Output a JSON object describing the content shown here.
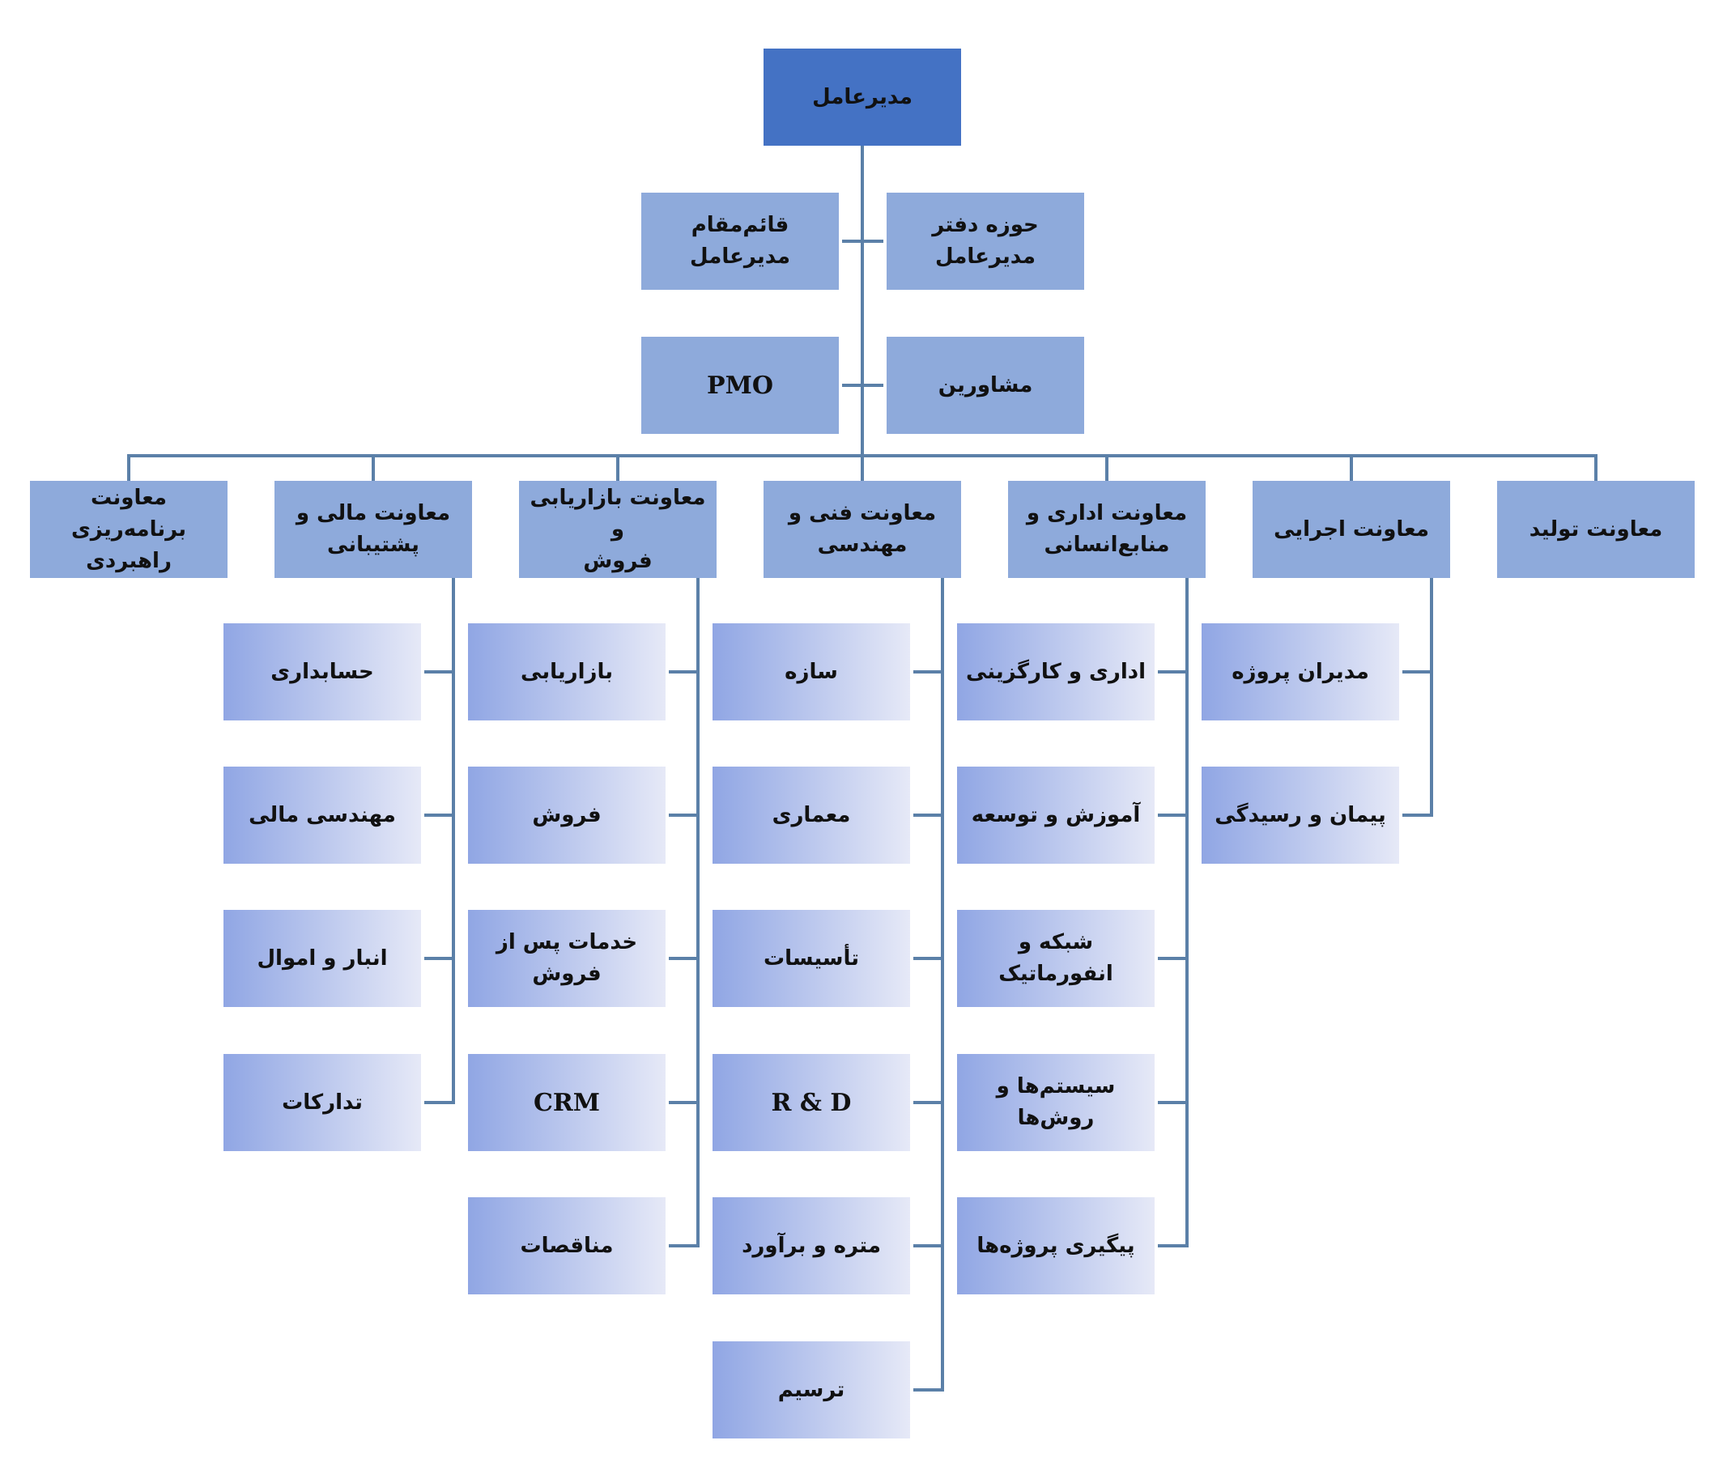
{
  "colors": {
    "top_box": "#4472c4",
    "level_box": "#8eaadb",
    "leaf_gradient_start": "#90a6e4",
    "leaf_gradient_end": "#e6e9f7",
    "connector": "#5b80a8",
    "text": "#111111"
  },
  "nodes": [
    {
      "id": "ceo",
      "label": "مدیرعامل",
      "parent": null,
      "style": "top"
    },
    {
      "id": "deputy",
      "label": "قائم‌مقام مدیرعامل",
      "parent": "ceo",
      "style": "solid"
    },
    {
      "id": "office",
      "label": "حوزه دفتر\nمدیرعامل",
      "parent": "ceo",
      "style": "solid"
    },
    {
      "id": "pmo",
      "label": "PMO",
      "parent": "ceo",
      "style": "solid"
    },
    {
      "id": "advisors",
      "label": "مشاورین",
      "parent": "ceo",
      "style": "solid"
    },
    {
      "id": "v_strategy",
      "label": "معاونت برنامه‌ریزی\nراهبردی",
      "parent": "ceo",
      "style": "solid"
    },
    {
      "id": "v_finance",
      "label": "معاونت مالی و\nپشتیبانی",
      "parent": "ceo",
      "style": "solid"
    },
    {
      "id": "v_marketing",
      "label": "معاونت بازاریابی و\nفروش",
      "parent": "ceo",
      "style": "solid"
    },
    {
      "id": "v_technical",
      "label": "معاونت فنی و\nمهندسی",
      "parent": "ceo",
      "style": "solid"
    },
    {
      "id": "v_admin",
      "label": "معاونت اداری و\nمنابع‌انسانی",
      "parent": "ceo",
      "style": "solid"
    },
    {
      "id": "v_exec",
      "label": "معاونت اجرایی",
      "parent": "ceo",
      "style": "solid"
    },
    {
      "id": "v_production",
      "label": "معاونت تولید",
      "parent": "ceo",
      "style": "solid"
    },
    {
      "id": "f1",
      "label": "حسابداری",
      "parent": "v_finance",
      "style": "grad"
    },
    {
      "id": "f2",
      "label": "مهندسی مالی",
      "parent": "v_finance",
      "style": "grad"
    },
    {
      "id": "f3",
      "label": "انبار و اموال",
      "parent": "v_finance",
      "style": "grad"
    },
    {
      "id": "f4",
      "label": "تدارکات",
      "parent": "v_finance",
      "style": "grad"
    },
    {
      "id": "m1",
      "label": "بازاریابی",
      "parent": "v_marketing",
      "style": "grad"
    },
    {
      "id": "m2",
      "label": "فروش",
      "parent": "v_marketing",
      "style": "grad"
    },
    {
      "id": "m3",
      "label": "خدمات پس از\nفروش",
      "parent": "v_marketing",
      "style": "grad"
    },
    {
      "id": "m4",
      "label": "CRM",
      "parent": "v_marketing",
      "style": "grad"
    },
    {
      "id": "m5",
      "label": "مناقصات",
      "parent": "v_marketing",
      "style": "grad"
    },
    {
      "id": "t1",
      "label": "سازه",
      "parent": "v_technical",
      "style": "grad"
    },
    {
      "id": "t2",
      "label": "معماری",
      "parent": "v_technical",
      "style": "grad"
    },
    {
      "id": "t3",
      "label": "تأسیسات",
      "parent": "v_technical",
      "style": "grad"
    },
    {
      "id": "t4",
      "label": "R & D",
      "parent": "v_technical",
      "style": "grad"
    },
    {
      "id": "t5",
      "label": "متره و برآورد",
      "parent": "v_technical",
      "style": "grad"
    },
    {
      "id": "t6",
      "label": "ترسیم",
      "parent": "v_technical",
      "style": "grad"
    },
    {
      "id": "a1",
      "label": "اداری و کارگزینی",
      "parent": "v_admin",
      "style": "grad"
    },
    {
      "id": "a2",
      "label": "آموزش و توسعه",
      "parent": "v_admin",
      "style": "grad"
    },
    {
      "id": "a3",
      "label": "شبکه و انفورماتیک",
      "parent": "v_admin",
      "style": "grad"
    },
    {
      "id": "a4",
      "label": "سیستم‌ها و روش‌ها",
      "parent": "v_admin",
      "style": "grad"
    },
    {
      "id": "a5",
      "label": "پیگیری پروژه‌ها",
      "parent": "v_admin",
      "style": "grad"
    },
    {
      "id": "e1",
      "label": "مدیران پروژه",
      "parent": "v_exec",
      "style": "grad"
    },
    {
      "id": "e2",
      "label": "پیمان و رسیدگی",
      "parent": "v_exec",
      "style": "grad"
    }
  ]
}
